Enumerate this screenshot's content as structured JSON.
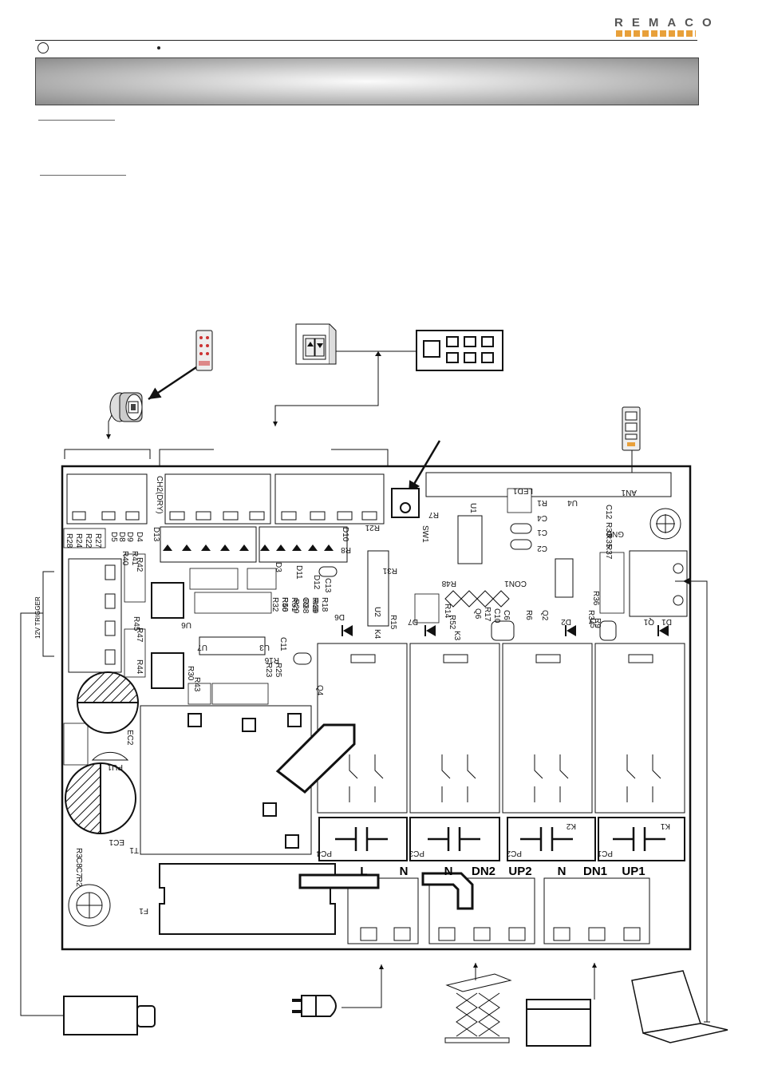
{
  "header": {
    "brand": "REMACO"
  },
  "board": {
    "silkscreen": [
      "CH2(DRY)",
      "LED1",
      "R1",
      "C4",
      "C1",
      "C2",
      "U1",
      "U4",
      "AN1",
      "C12",
      "R33",
      "R35",
      "R37",
      "GND",
      "D13",
      "D5",
      "D8",
      "D9",
      "D4",
      "R28",
      "R24",
      "R22",
      "R27",
      "R41",
      "R40",
      "R42",
      "R45",
      "R47",
      "R44",
      "U6",
      "U7",
      "U3",
      "R16",
      "R30",
      "R43",
      "R23",
      "R25",
      "R46",
      "R29",
      "R38",
      "R39",
      "R32",
      "R50",
      "R51",
      "C9",
      "R49",
      "R18",
      "D3",
      "D11",
      "D12",
      "C13",
      "D10",
      "R21",
      "R8",
      "SW1",
      "R7",
      "R31",
      "U2",
      "R48",
      "CON1",
      "D6",
      "K4",
      "R15",
      "D7",
      "R14",
      "R52",
      "K3",
      "Q6",
      "R17",
      "C10",
      "C6",
      "R6",
      "Q2",
      "D2",
      "R34",
      "C5",
      "R9",
      "R36",
      "Q1",
      "D1",
      "C11",
      "Q4",
      "EC2",
      "PU1",
      "EC1",
      "T1",
      "R3",
      "C8",
      "C7",
      "R2",
      "F1",
      "PC4",
      "PC3",
      "PC2",
      "PC1",
      "K2",
      "K1"
    ],
    "side_label": "12V TRIGGER"
  },
  "terminals": [
    "L",
    "N",
    "N",
    "DN2",
    "UP2",
    "N",
    "DN1",
    "UP1"
  ],
  "icons": {
    "remote": "ir-remote-icon",
    "ir_receiver": "ir-eye-icon",
    "wall_switch": "wall-switch-icon",
    "keypad": "keypad-icon",
    "rf_remote": "rf-remote-icon",
    "trigger_device": "trigger-box-icon",
    "plug": "power-plug-icon",
    "lift": "scissor-lift-icon",
    "screen": "projector-screen-icon",
    "laptop": "laptop-icon"
  },
  "colors": {
    "accent": "#e8a03a",
    "banner_dark": "#8c8c8c",
    "line": "#111111"
  }
}
